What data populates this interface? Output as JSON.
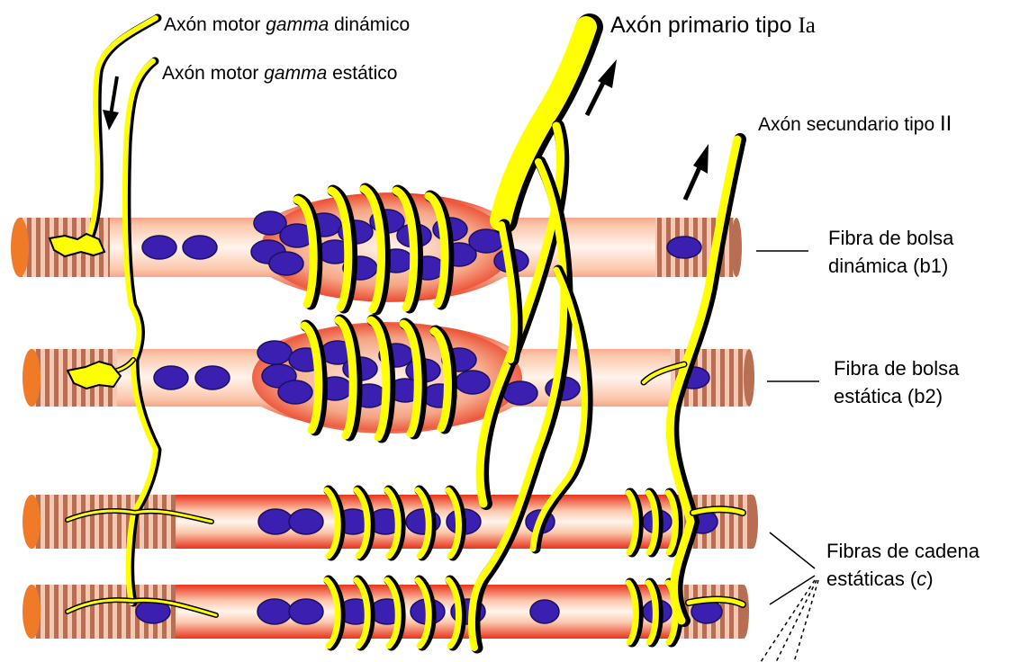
{
  "labels": {
    "gamma_dynamic": {
      "prefix": "Axón motor ",
      "italic": "gamma",
      "suffix": " dinámico"
    },
    "gamma_static": {
      "prefix": "Axón motor ",
      "italic": "gamma",
      "suffix": " estático"
    },
    "primary_axon": {
      "prefix": "Axón primario tipo ",
      "roman": "Ia"
    },
    "secondary_axon": {
      "prefix": "Axón secundario tipo ",
      "roman": "II"
    },
    "bag1": {
      "line1": "Fibra de bolsa",
      "line2": "dinámica (b1)"
    },
    "bag2": {
      "line1": "Fibra de bolsa",
      "line2": "estática (b2)"
    },
    "chain": {
      "line1": "Fibras de cadena",
      "line2_prefix": "estáticas (",
      "line2_italic": "c",
      "line2_suffix": ")"
    }
  },
  "colors": {
    "fiber_light": "#fde8d8",
    "fiber_red": "#e8341c",
    "fiber_end": "#f07a28",
    "stripe": "#b86e52",
    "nucleus": "#3a1fb0",
    "nerve": "#ffff00",
    "outline": "#000000"
  }
}
